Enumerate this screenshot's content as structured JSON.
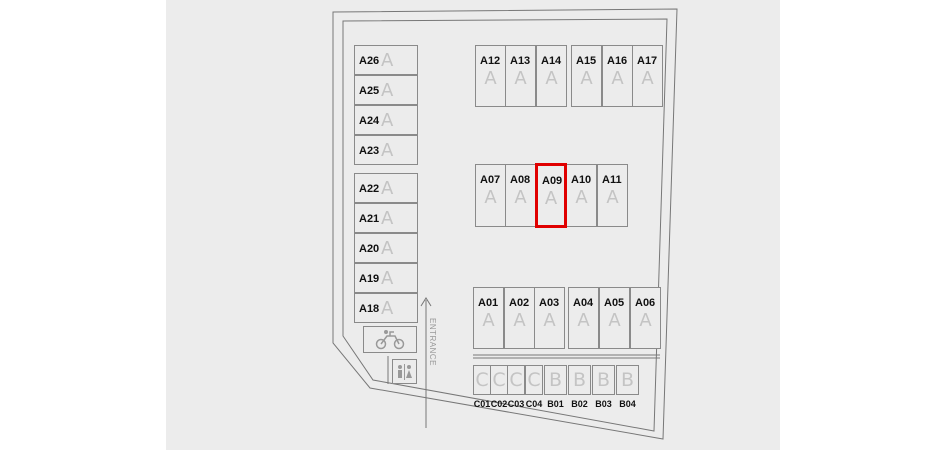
{
  "map": {
    "entrance_label": "ENTRANCE",
    "colors": {
      "background": "#ececec",
      "outline": "#777777",
      "stall_fill": "#ececec",
      "selected": "#e00000",
      "zone_letter": "#c4c4c4"
    },
    "selected_stall": "A09",
    "stalls_left": [
      {
        "code": "A26",
        "zone": "A"
      },
      {
        "code": "A25",
        "zone": "A"
      },
      {
        "code": "A24",
        "zone": "A"
      },
      {
        "code": "A23",
        "zone": "A"
      },
      {
        "code": "A22",
        "zone": "A"
      },
      {
        "code": "A21",
        "zone": "A"
      },
      {
        "code": "A20",
        "zone": "A"
      },
      {
        "code": "A19",
        "zone": "A"
      },
      {
        "code": "A18",
        "zone": "A"
      }
    ],
    "stalls_top": [
      {
        "code": "A12",
        "zone": "A"
      },
      {
        "code": "A13",
        "zone": "A"
      },
      {
        "code": "A14",
        "zone": "A"
      },
      {
        "code": "A15",
        "zone": "A"
      },
      {
        "code": "A16",
        "zone": "A"
      },
      {
        "code": "A17",
        "zone": "A"
      }
    ],
    "stalls_middle": [
      {
        "code": "A07",
        "zone": "A"
      },
      {
        "code": "A08",
        "zone": "A"
      },
      {
        "code": "A09",
        "zone": "A"
      },
      {
        "code": "A10",
        "zone": "A"
      },
      {
        "code": "A11",
        "zone": "A"
      }
    ],
    "stalls_lower": [
      {
        "code": "A01",
        "zone": "A"
      },
      {
        "code": "A02",
        "zone": "A"
      },
      {
        "code": "A03",
        "zone": "A"
      },
      {
        "code": "A04",
        "zone": "A"
      },
      {
        "code": "A05",
        "zone": "A"
      },
      {
        "code": "A06",
        "zone": "A"
      }
    ],
    "stalls_bottom": [
      {
        "code": "C01",
        "zone": "C"
      },
      {
        "code": "C02",
        "zone": "C"
      },
      {
        "code": "C03",
        "zone": "C"
      },
      {
        "code": "C04",
        "zone": "C"
      },
      {
        "code": "B01",
        "zone": "B"
      },
      {
        "code": "B02",
        "zone": "B"
      },
      {
        "code": "B03",
        "zone": "B"
      },
      {
        "code": "B04",
        "zone": "B"
      }
    ],
    "icons": [
      "motorcycle-icon",
      "restroom-icon"
    ]
  }
}
